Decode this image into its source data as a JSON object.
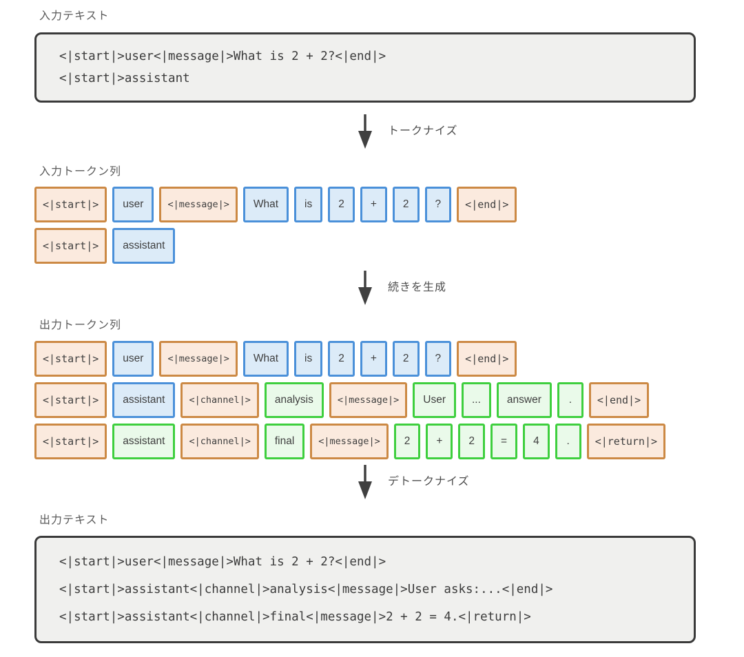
{
  "colors": {
    "special_token_border": "#cc8944",
    "special_token_bg": "#fbeade",
    "input_token_border": "#4a90d9",
    "input_token_bg": "#dcebf8",
    "generated_token_border": "#3ecf3e",
    "generated_token_bg": "#eafaea",
    "text_box_border": "#3a3a3a",
    "text_box_bg": "#f0f0ee",
    "arrow_color": "#404040",
    "section_label_text": "#5a5a5a",
    "token_text": "#3f3f3f"
  },
  "sections": {
    "input_text": {
      "label": "入力テキスト",
      "lines": [
        "<|start|>user<|message|>What is 2 + 2?<|end|>",
        "<|start|>assistant"
      ]
    },
    "tokenize_arrow": {
      "label": "トークナイズ"
    },
    "input_tokens": {
      "label": "入力トークン列",
      "rows": [
        [
          {
            "text": "<|start|>",
            "type": "special"
          },
          {
            "text": "user",
            "type": "input"
          },
          {
            "text": "<|message|>",
            "type": "special"
          },
          {
            "text": "What",
            "type": "input"
          },
          {
            "text": "is",
            "type": "input"
          },
          {
            "text": "2",
            "type": "input"
          },
          {
            "text": "+",
            "type": "input"
          },
          {
            "text": "2",
            "type": "input"
          },
          {
            "text": "?",
            "type": "input"
          },
          {
            "text": "<|end|>",
            "type": "special"
          }
        ],
        [
          {
            "text": "<|start|>",
            "type": "special"
          },
          {
            "text": "assistant",
            "type": "input"
          }
        ]
      ]
    },
    "generate_arrow": {
      "label": "続きを生成"
    },
    "output_tokens": {
      "label": "出力トークン列",
      "rows": [
        [
          {
            "text": "<|start|>",
            "type": "special"
          },
          {
            "text": "user",
            "type": "input"
          },
          {
            "text": "<|message|>",
            "type": "special"
          },
          {
            "text": "What",
            "type": "input"
          },
          {
            "text": "is",
            "type": "input"
          },
          {
            "text": "2",
            "type": "input"
          },
          {
            "text": "+",
            "type": "input"
          },
          {
            "text": "2",
            "type": "input"
          },
          {
            "text": "?",
            "type": "input"
          },
          {
            "text": "<|end|>",
            "type": "special"
          }
        ],
        [
          {
            "text": "<|start|>",
            "type": "special"
          },
          {
            "text": "assistant",
            "type": "input"
          },
          {
            "text": "<|channel|>",
            "type": "special"
          },
          {
            "text": "analysis",
            "type": "generated"
          },
          {
            "text": "<|message|>",
            "type": "special"
          },
          {
            "text": "User",
            "type": "generated"
          },
          {
            "text": "...",
            "type": "generated"
          },
          {
            "text": "answer",
            "type": "generated"
          },
          {
            "text": ".",
            "type": "generated"
          },
          {
            "text": "<|end|>",
            "type": "special"
          }
        ],
        [
          {
            "text": "<|start|>",
            "type": "special"
          },
          {
            "text": "assistant",
            "type": "generated"
          },
          {
            "text": "<|channel|>",
            "type": "special"
          },
          {
            "text": "final",
            "type": "generated"
          },
          {
            "text": "<|message|>",
            "type": "special"
          },
          {
            "text": "2",
            "type": "generated"
          },
          {
            "text": "+",
            "type": "generated"
          },
          {
            "text": "2",
            "type": "generated"
          },
          {
            "text": "=",
            "type": "generated"
          },
          {
            "text": "4",
            "type": "generated"
          },
          {
            "text": ".",
            "type": "generated"
          },
          {
            "text": "<|return|>",
            "type": "special"
          }
        ]
      ]
    },
    "detokenize_arrow": {
      "label": "デトークナイズ"
    },
    "output_text": {
      "label": "出力テキスト",
      "lines": [
        "<|start|>user<|message|>What is 2 + 2?<|end|>",
        "<|start|>assistant<|channel|>analysis<|message|>User asks:...<|end|>",
        "<|start|>assistant<|channel|>final<|message|>2 + 2 = 4.<|return|>"
      ]
    }
  }
}
